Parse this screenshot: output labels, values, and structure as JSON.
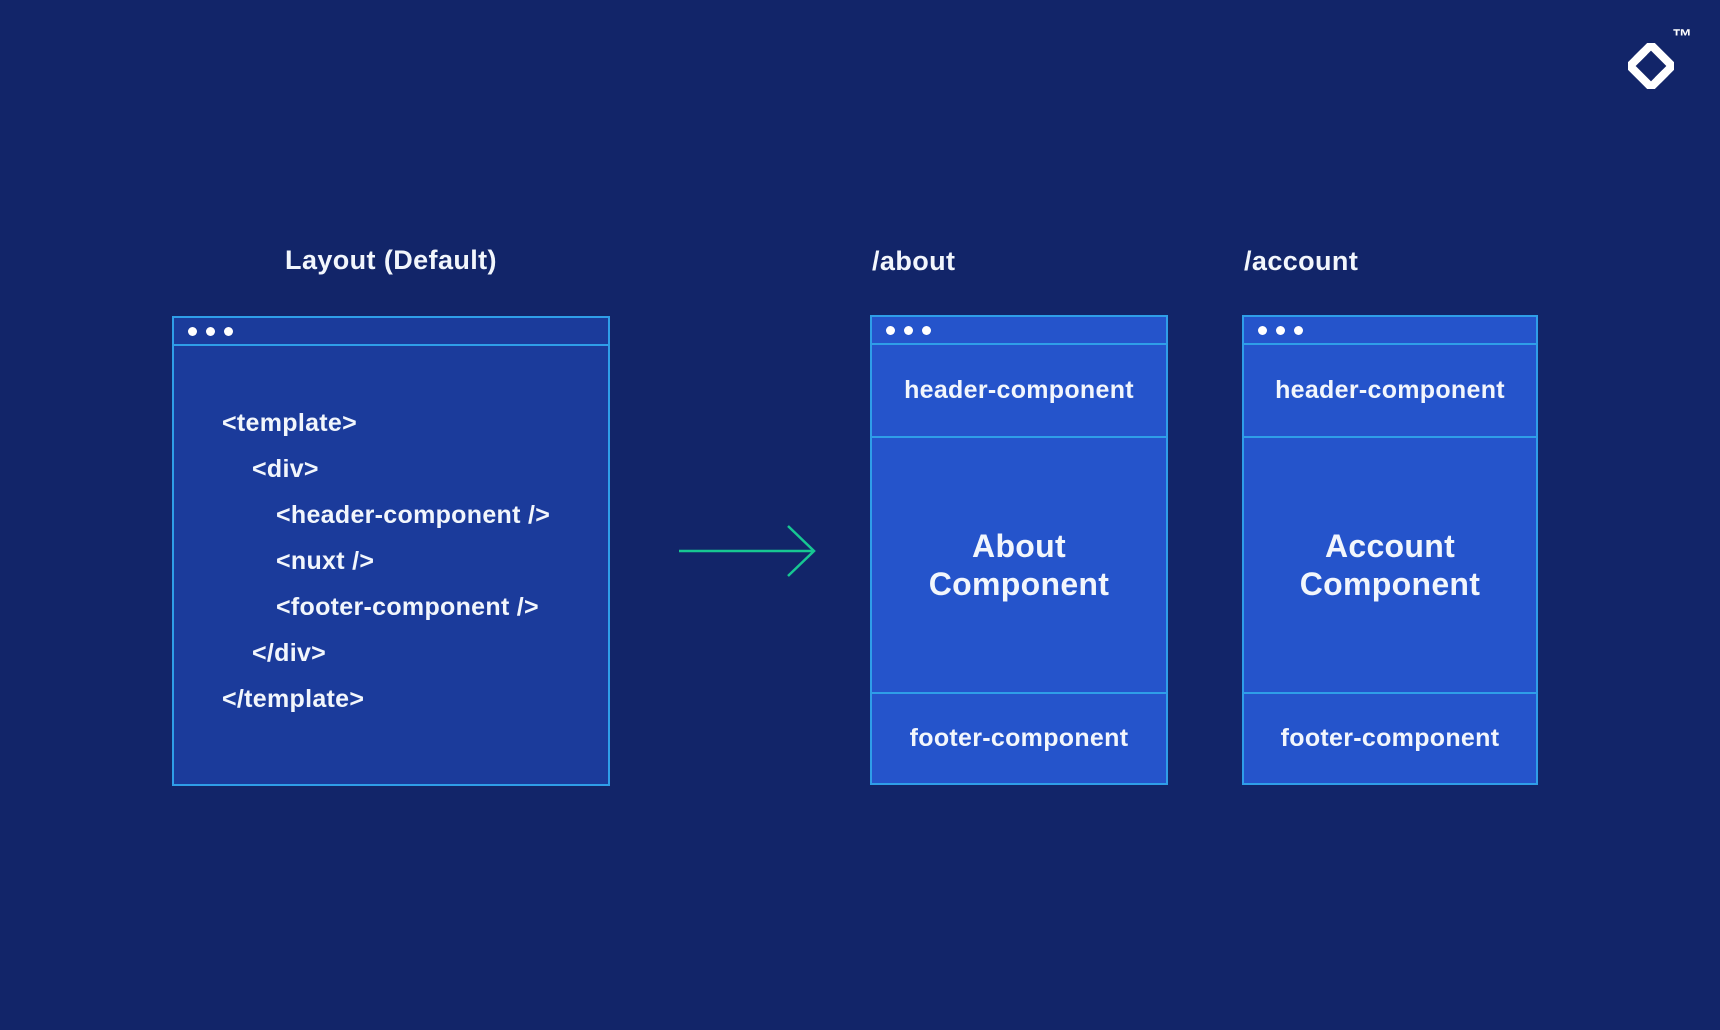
{
  "colors": {
    "background": "#122569",
    "window_fill": "#2554CB",
    "layout_window_fill": "#1B3B9B",
    "border": "#2F9EE8",
    "arrow": "#17C792",
    "text": "#F2F6FC",
    "dot": "#FFFFFF",
    "logo": "#FFFFFF"
  },
  "logo": {
    "trademark": "™"
  },
  "layout_window": {
    "title": "Layout (Default)",
    "code_lines": [
      {
        "indent": 0,
        "text": "<template>"
      },
      {
        "indent": 1,
        "text": "<div>"
      },
      {
        "indent": 2,
        "text": "<header-component />"
      },
      {
        "indent": 2,
        "text": "<nuxt />"
      },
      {
        "indent": 2,
        "text": "<footer-component />"
      },
      {
        "indent": 1,
        "text": "</div>"
      },
      {
        "indent": 0,
        "text": "</template>"
      }
    ]
  },
  "route_windows": [
    {
      "title": "/about",
      "header_label": "header-component",
      "main_lines": [
        "About",
        "Component"
      ],
      "footer_label": "footer-component"
    },
    {
      "title": "/account",
      "header_label": "header-component",
      "main_lines": [
        "Account",
        "Component"
      ],
      "footer_label": "footer-component"
    }
  ]
}
